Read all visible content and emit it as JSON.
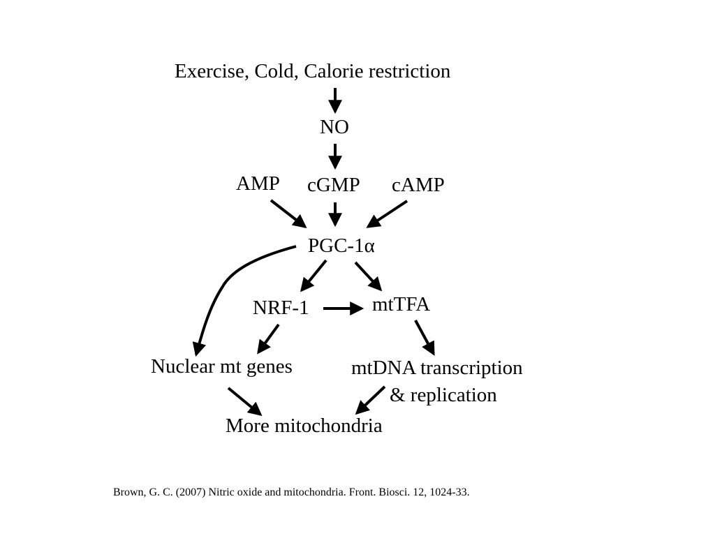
{
  "diagram": {
    "nodes": {
      "stimuli": "Exercise, Cold, Calorie restriction",
      "no": "NO",
      "amp": "AMP",
      "cgmp": "cGMP",
      "camp": "cAMP",
      "pgc_prefix": "PGC-1",
      "pgc_alpha": "α",
      "nrf1": "NRF-1",
      "mttfa": "mtTFA",
      "nuclear_genes": "Nuclear mt genes",
      "mtdna_line1": "mtDNA transcription",
      "mtdna_line2": "& replication",
      "more_mito": "More mitochondria"
    },
    "edges": [
      {
        "from": "Exercise, Cold, Calorie restriction",
        "to": "NO"
      },
      {
        "from": "NO",
        "to": "cGMP"
      },
      {
        "from": "AMP",
        "to": "PGC-1α"
      },
      {
        "from": "cGMP",
        "to": "PGC-1α"
      },
      {
        "from": "cAMP",
        "to": "PGC-1α"
      },
      {
        "from": "PGC-1α",
        "to": "NRF-1"
      },
      {
        "from": "PGC-1α",
        "to": "mtTFA"
      },
      {
        "from": "PGC-1α",
        "to": "Nuclear mt genes"
      },
      {
        "from": "NRF-1",
        "to": "mtTFA"
      },
      {
        "from": "NRF-1",
        "to": "Nuclear mt genes"
      },
      {
        "from": "mtTFA",
        "to": "mtDNA transcription & replication"
      },
      {
        "from": "Nuclear mt genes",
        "to": "More mitochondria"
      },
      {
        "from": "mtDNA transcription & replication",
        "to": "More mitochondria"
      }
    ]
  },
  "citation": "Brown, G. C. (2007) Nitric oxide and mitochondria. Front. Biosci. 12, 1024-33.",
  "colors": {
    "text": "#000000",
    "arrow": "#000000",
    "background": "#ffffff"
  }
}
